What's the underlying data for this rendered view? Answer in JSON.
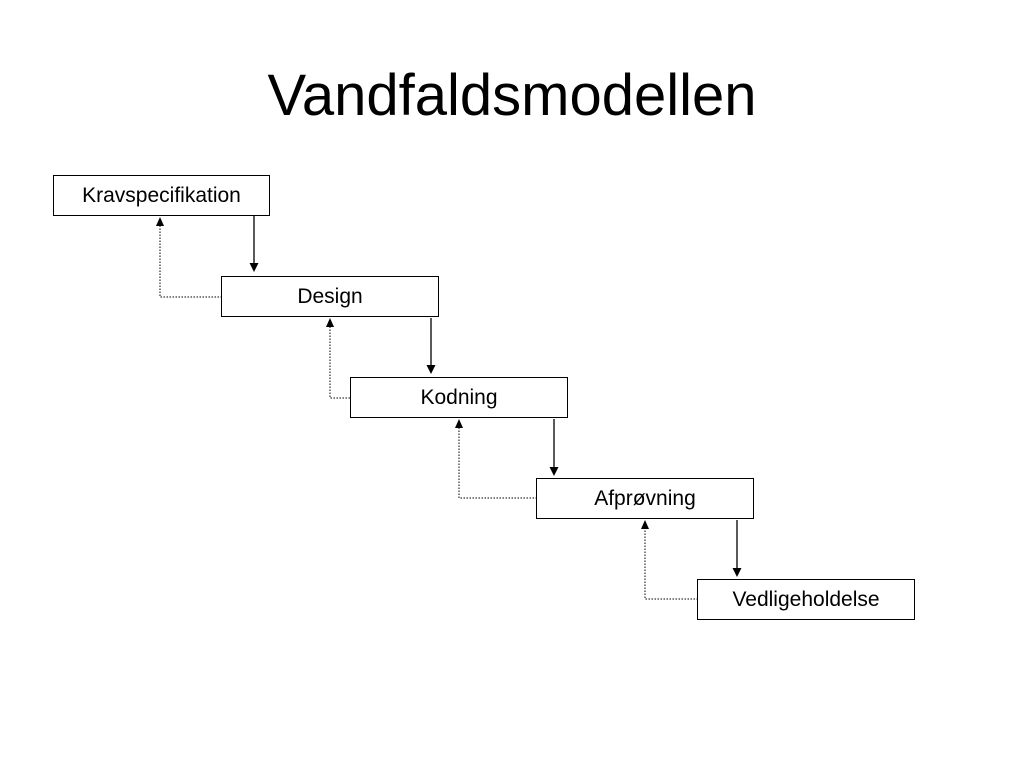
{
  "slide": {
    "title": "Vandfaldsmodellen"
  },
  "stages": [
    {
      "label": "Kravspecifikation"
    },
    {
      "label": "Design"
    },
    {
      "label": "Kodning"
    },
    {
      "label": "Afprøvning"
    },
    {
      "label": "Vedligeholdelse"
    }
  ],
  "colors": {
    "background": "#ffffff",
    "line": "#000000"
  }
}
